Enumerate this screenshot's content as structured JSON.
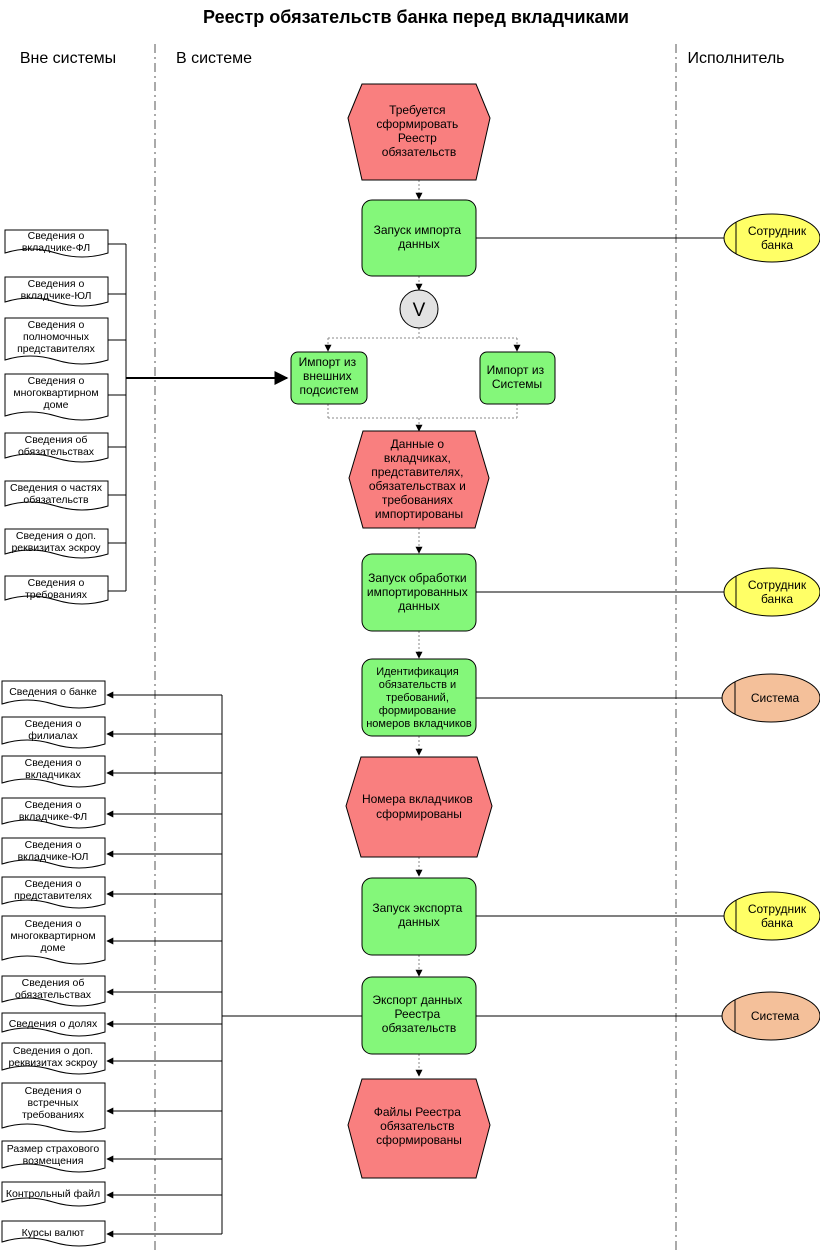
{
  "title": "Реестр обязательств банка перед вкладчиками",
  "lanes": {
    "outside": "Вне системы",
    "inside": "В системе",
    "executor": "Исполнитель"
  },
  "colors": {
    "event": "#F97F7F",
    "function": "#84F77A",
    "role_user": "#FFFF66",
    "role_system": "#F4C09A",
    "operator": "#E2E2E2"
  },
  "process": {
    "event_start": "Требуется сформировать Реестр обязательств",
    "func_start_import": "Запуск импорта данных",
    "operator": "V",
    "func_import_external": "Импорт из внешних подсистем",
    "func_import_system": "Импорт из Системы",
    "event_imported": "Данные о вкладчиках, представителях, обязательствах и требованиях импортированы",
    "func_processing": "Запуск обработки импортированных данных",
    "func_identification": "Идентификация обязательств и требований, формирование номеров вкладчиков",
    "event_numbers": "Номера вкладчиков сформированы",
    "func_start_export": "Запуск экспорта данных",
    "func_export": "Экспорт данных Реестра обязательств",
    "event_end": "Файлы Реестра обязательств сформированы"
  },
  "roles": {
    "bank_employee": "Сотрудник банка",
    "system": "Система"
  },
  "inputs": [
    "Сведения о вкладчике-ФЛ",
    "Сведения о вкладчике-ЮЛ",
    "Сведения о полномочных представителях",
    "Сведения о многоквартирном доме",
    "Сведения об обязательствах",
    "Сведения о частях обязательств",
    "Сведения о доп. реквизитах эскроу",
    "Сведения о требованиях"
  ],
  "outputs": [
    "Сведения о банке",
    "Сведения о филиалах",
    "Сведения о вкладчиках",
    "Сведения о вкладчике-ФЛ",
    "Сведения о вкладчике-ЮЛ",
    "Сведения о представителях",
    "Сведения о многоквартирном доме",
    "Сведения об обязательствах",
    "Сведения о долях",
    "Сведения о доп. реквизитах эскроу",
    "Сведения о встречных требованиях",
    "Размер страхового возмещения",
    "Контрольный файл",
    "Курсы валют"
  ]
}
